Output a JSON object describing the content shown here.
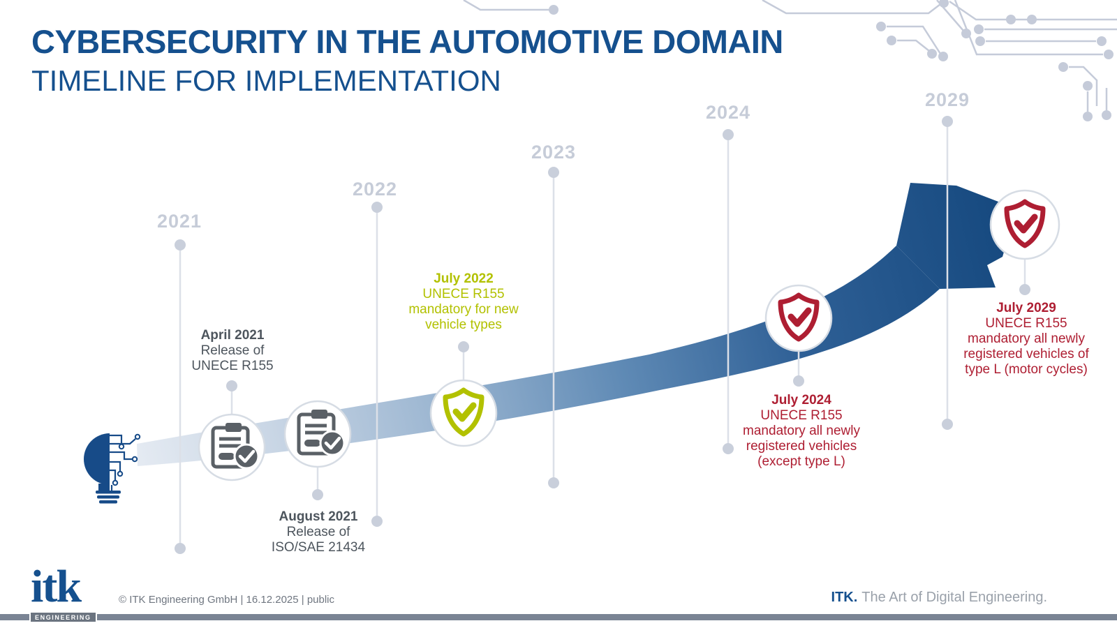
{
  "slide": {
    "title": "CYBERSECURITY IN THE AUTOMOTIVE DOMAIN",
    "subtitle": "TIMELINE FOR IMPLEMENTATION"
  },
  "timeline": {
    "years": [
      "2021",
      "2022",
      "2023",
      "2024",
      "2029"
    ],
    "events": [
      {
        "date": "April 2021",
        "lines": [
          "Release of",
          "UNECE R155"
        ],
        "color": "#4D555D",
        "icon": "clipboard-check"
      },
      {
        "date": "August 2021",
        "lines": [
          "Release of",
          "ISO/SAE 21434"
        ],
        "color": "#4D555D",
        "icon": "clipboard-check"
      },
      {
        "date": "July 2022",
        "lines": [
          "UNECE R155",
          "mandatory for new",
          "vehicle types"
        ],
        "color": "#B2C100",
        "icon": "shield-check"
      },
      {
        "date": "July 2024",
        "lines": [
          "UNECE R155",
          "mandatory all newly",
          "registered vehicles",
          "(except type L)"
        ],
        "color": "#AE1E32",
        "icon": "shield-check"
      },
      {
        "date": "July 2029",
        "lines": [
          "UNECE R155",
          "mandatory all newly",
          "registered vehicles of",
          "type L (motor cycles)"
        ],
        "color": "#AE1E32",
        "icon": "shield-check"
      }
    ]
  },
  "footer": {
    "copyright": "© ITK Engineering GmbH | 16.12.2025  |  public",
    "logo_text": "itk",
    "logo_sub": "ENGINEERING",
    "tagline_brand": "ITK.",
    "tagline_rest": "The Art of Digital Engineering."
  },
  "colors": {
    "title_blue": "#15508E",
    "arrow_navy": "#174A80",
    "arrow_light": "#E4EAF2",
    "accent_green": "#B2C100",
    "accent_red": "#AE1E32",
    "text_slate": "#4D555D",
    "year_gray": "#C6CCD8",
    "line_gray": "#DCE0E8",
    "footer_bar_gray": "#7A8494"
  }
}
